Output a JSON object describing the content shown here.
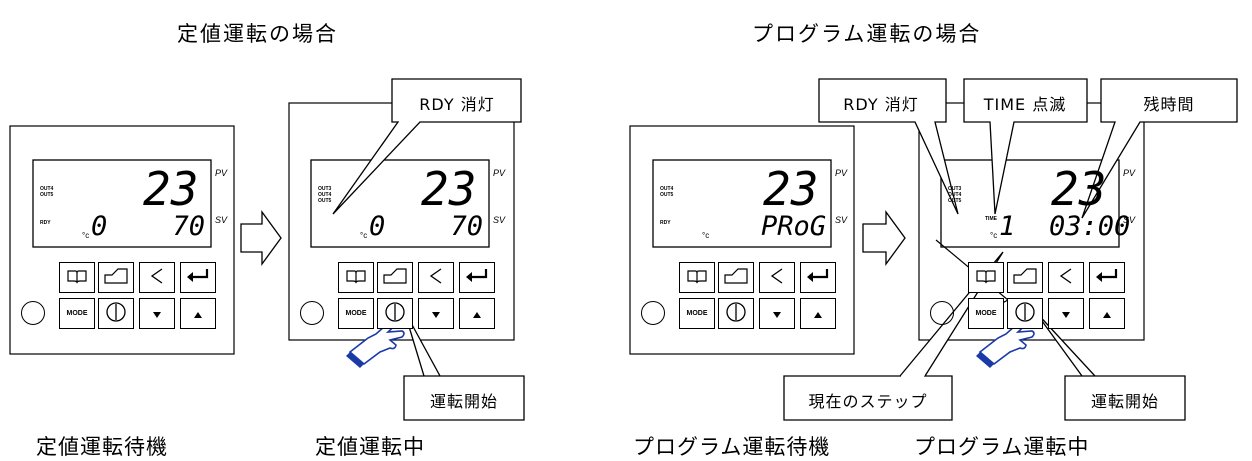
{
  "headings": {
    "fixed": "定値運転の場合",
    "program": "プログラム運転の場合"
  },
  "captions": {
    "fixed_standby": "定値運転待機",
    "fixed_running": "定値運転中",
    "program_standby": "プログラム運転待機",
    "program_running": "プログラム運転中"
  },
  "callouts": {
    "rdy_off_1": "RDY 消灯",
    "rdy_off_2": "RDY 消灯",
    "time_blink": "TIME 点滅",
    "remaining_time": "残時間",
    "start_run_1": "運転開始",
    "start_run_2": "運転開始",
    "current_step": "現在のステップ"
  },
  "controllers": [
    {
      "pv": "23",
      "sv_left": "0",
      "sv_right": "70",
      "indicators": "OUT4\nOUT5",
      "rdy": "RDY",
      "time": "",
      "unit": "°c",
      "pv_label": "PV",
      "sv_label": "SV",
      "mode": "MODE"
    },
    {
      "pv": "23",
      "sv_left": "0",
      "sv_right": "70",
      "indicators": "OUT3\nOUT4\nOUT5",
      "rdy": "",
      "time": "",
      "unit": "°c",
      "pv_label": "PV",
      "sv_label": "SV",
      "mode": "MODE"
    },
    {
      "pv": "23",
      "sv_left": "",
      "sv_right": "PRoG",
      "indicators": "OUT4\nOUT5",
      "rdy": "RDY",
      "time": "",
      "unit": "°c",
      "pv_label": "PV",
      "sv_label": "SV",
      "mode": "MODE"
    },
    {
      "pv": "23",
      "sv_left": "1",
      "sv_right": "03:00",
      "indicators": "OUT3\nOUT4\nOUT5",
      "rdy": "",
      "time": "TIME",
      "unit": "°c",
      "pv_label": "PV",
      "sv_label": "SV",
      "mode": "MODE"
    }
  ],
  "icons": {
    "arrow": "right-outline-arrow",
    "hand": "pointing-hand-icon",
    "key1": "book-icon",
    "key2": "profile-ramp-icon",
    "key3": "left-chevron-icon",
    "key4": "enter-icon",
    "run": "run-stop-icon",
    "down": "down-triangle-icon",
    "up": "up-triangle-icon"
  }
}
